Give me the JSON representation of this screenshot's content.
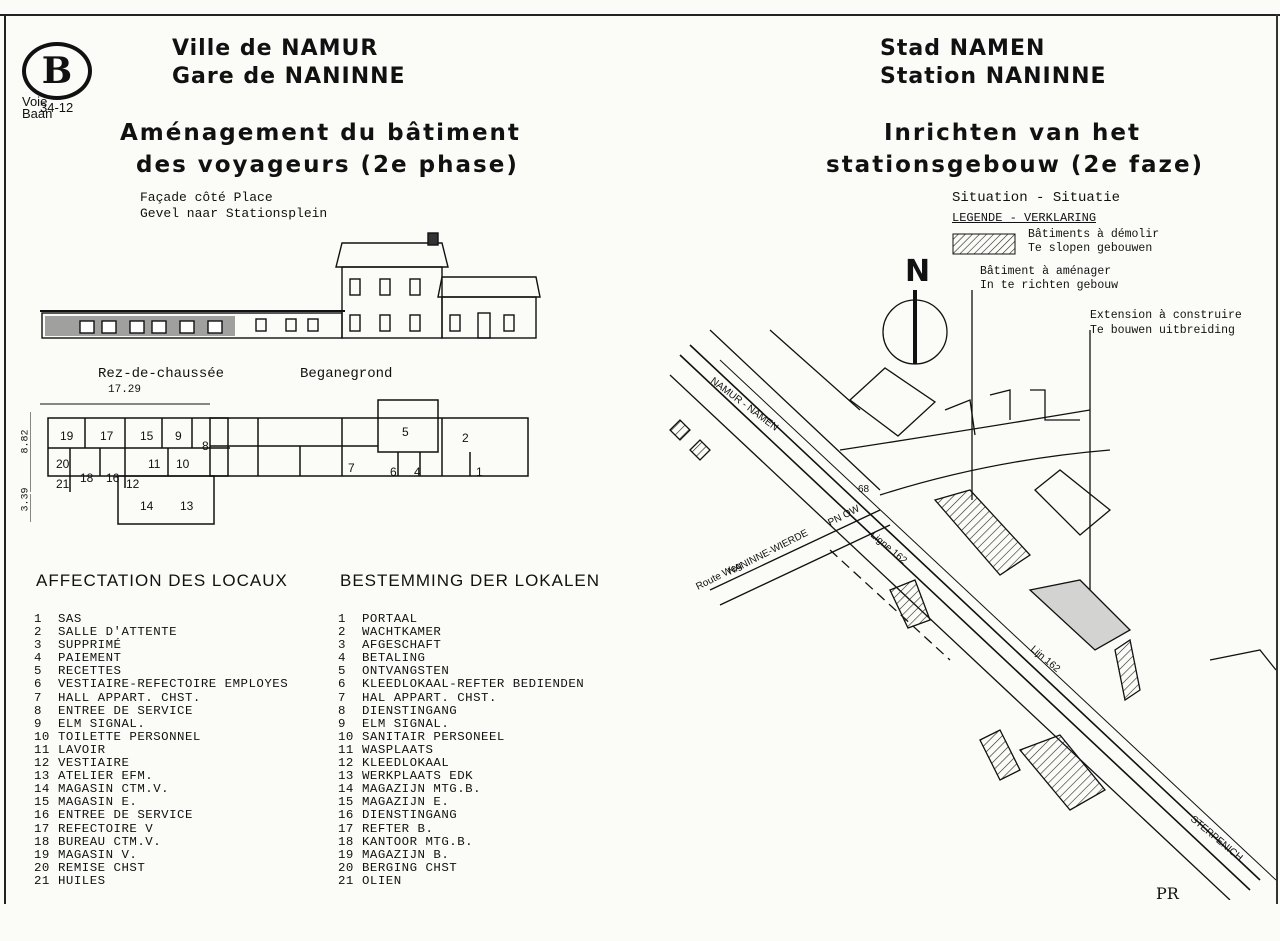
{
  "logo": {
    "letter": "B"
  },
  "track": {
    "label_fr_nl": "Voie Baan",
    "number": "34-12"
  },
  "french": {
    "city": "Ville de NAMUR",
    "station": "Gare de NANINNE",
    "title_line1": "Aménagement du bâtiment",
    "title_line2": "des voyageurs (2e phase)",
    "facade_fr": "Façade côté Place",
    "facade_nl": "Gevel naar Stationsplein",
    "ground_floor_fr": "Rez-de-chaussée",
    "ground_floor_nl": "Beganegrond",
    "dim_length": "17.29",
    "dim_depth1": "8.82",
    "dim_depth2": "3.39"
  },
  "dutch": {
    "city": "Stad NAMEN",
    "station": "Station NANINNE",
    "title_line1": "Inrichten van het",
    "title_line2": "stationsgebouw (2e faze)"
  },
  "situation": {
    "title": "Situation - Situatie",
    "legend_title": "LEGENDE - VERKLARING",
    "demolish_fr": "Bâtiments à démolir",
    "demolish_nl": "Te slopen gebouwen",
    "arrange_fr": "Bâtiment à aménager",
    "arrange_nl": "In te richten gebouw",
    "extension_fr": "Extension à construire",
    "extension_nl": "Te bouwen uitbreiding",
    "north": "N",
    "namur": "NAMUR - NAMEN",
    "road_label": "Route Weg",
    "road_name": "NANINNE-WIERDE",
    "pn": "PN OW",
    "pn_num": "68",
    "line1": "Ligne 162",
    "line2": "Lijn 162",
    "sterpenich": "STERPENICH"
  },
  "affectation": {
    "title_fr": "AFFECTATION DES LOCAUX",
    "title_nl": "BESTEMMING DER LOKALEN",
    "rows": [
      {
        "n": "1",
        "fr": "SAS",
        "nl": "PORTAAL"
      },
      {
        "n": "2",
        "fr": "SALLE D'ATTENTE",
        "nl": "WACHTKAMER"
      },
      {
        "n": "3",
        "fr": "SUPPRIMÉ",
        "nl": "AFGESCHAFT"
      },
      {
        "n": "4",
        "fr": "PAIEMENT",
        "nl": "BETALING"
      },
      {
        "n": "5",
        "fr": "RECETTES",
        "nl": "ONTVANGSTEN"
      },
      {
        "n": "6",
        "fr": "VESTIAIRE-REFECTOIRE EMPLOYES",
        "nl": "KLEEDLOKAAL-REFTER BEDIENDEN"
      },
      {
        "n": "7",
        "fr": "HALL APPART. CHST.",
        "nl": "HAL APPART. CHST."
      },
      {
        "n": "8",
        "fr": "ENTREE DE SERVICE",
        "nl": "DIENSTINGANG"
      },
      {
        "n": "9",
        "fr": "ELM SIGNAL.",
        "nl": "ELM SIGNAL."
      },
      {
        "n": "10",
        "fr": "TOILETTE PERSONNEL",
        "nl": "SANITAIR PERSONEEL"
      },
      {
        "n": "11",
        "fr": "LAVOIR",
        "nl": "WASPLAATS"
      },
      {
        "n": "12",
        "fr": "VESTIAIRE",
        "nl": "KLEEDLOKAAL"
      },
      {
        "n": "13",
        "fr": "ATELIER EFM.",
        "nl": "WERKPLAATS EDK"
      },
      {
        "n": "14",
        "fr": "MAGASIN CTM.V.",
        "nl": "MAGAZIJN MTG.B."
      },
      {
        "n": "15",
        "fr": "MAGASIN E.",
        "nl": "MAGAZIJN E."
      },
      {
        "n": "16",
        "fr": "ENTREE DE SERVICE",
        "nl": "DIENSTINGANG"
      },
      {
        "n": "17",
        "fr": "REFECTOIRE V",
        "nl": "REFTER B."
      },
      {
        "n": "18",
        "fr": "BUREAU CTM.V.",
        "nl": "KANTOOR MTG.B."
      },
      {
        "n": "19",
        "fr": "MAGASIN V.",
        "nl": "MAGAZIJN B."
      },
      {
        "n": "20",
        "fr": "REMISE CHST",
        "nl": "BERGING CHST"
      },
      {
        "n": "21",
        "fr": "HUILES",
        "nl": "OLIEN"
      }
    ]
  },
  "signature": "PR"
}
